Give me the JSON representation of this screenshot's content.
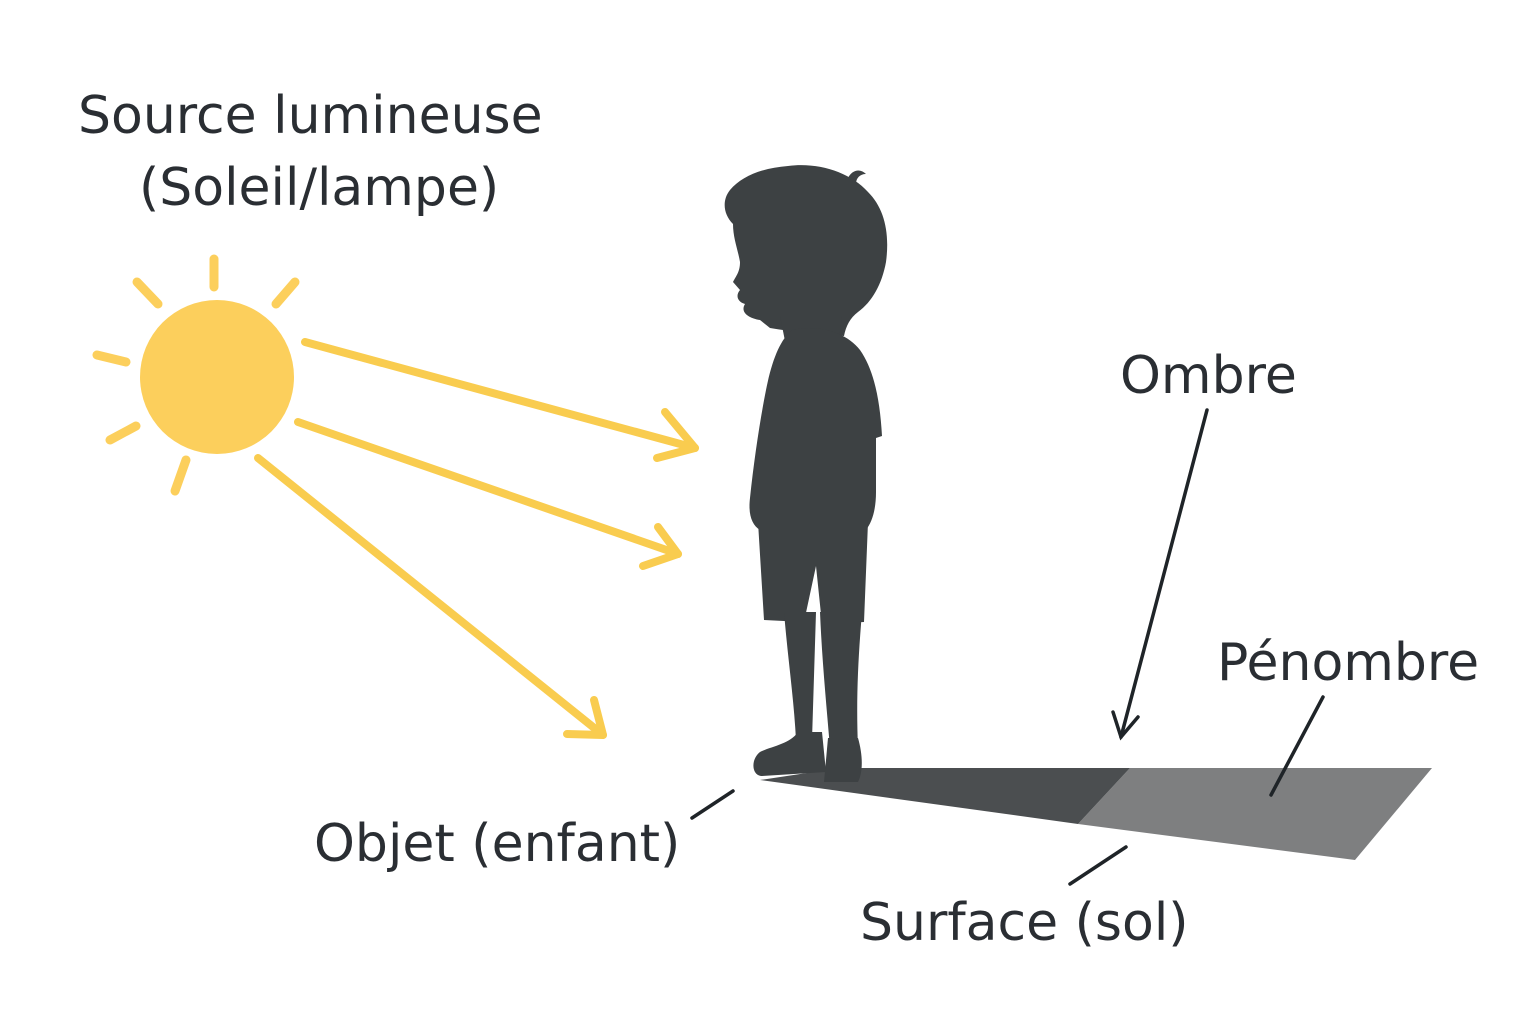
{
  "labels": {
    "source_line1": "Source lumineuse",
    "source_line2": "(Soleil/lampe)",
    "ombre": "Ombre",
    "penombre": "Pénombre",
    "objet": "Objet (enfant)",
    "surface": "Surface (sol)"
  },
  "colors": {
    "sun": "#fccf5c",
    "rays": "#f9cc4f",
    "silhouette": "#3d4143",
    "umbra": "#4b4e50",
    "penumbra": "#7e7f80",
    "text": "#2a2e33",
    "pointer": "#1f2428",
    "background": "#ffffff"
  },
  "icons": {
    "sun": "sun-icon",
    "child": "child-silhouette-icon"
  }
}
